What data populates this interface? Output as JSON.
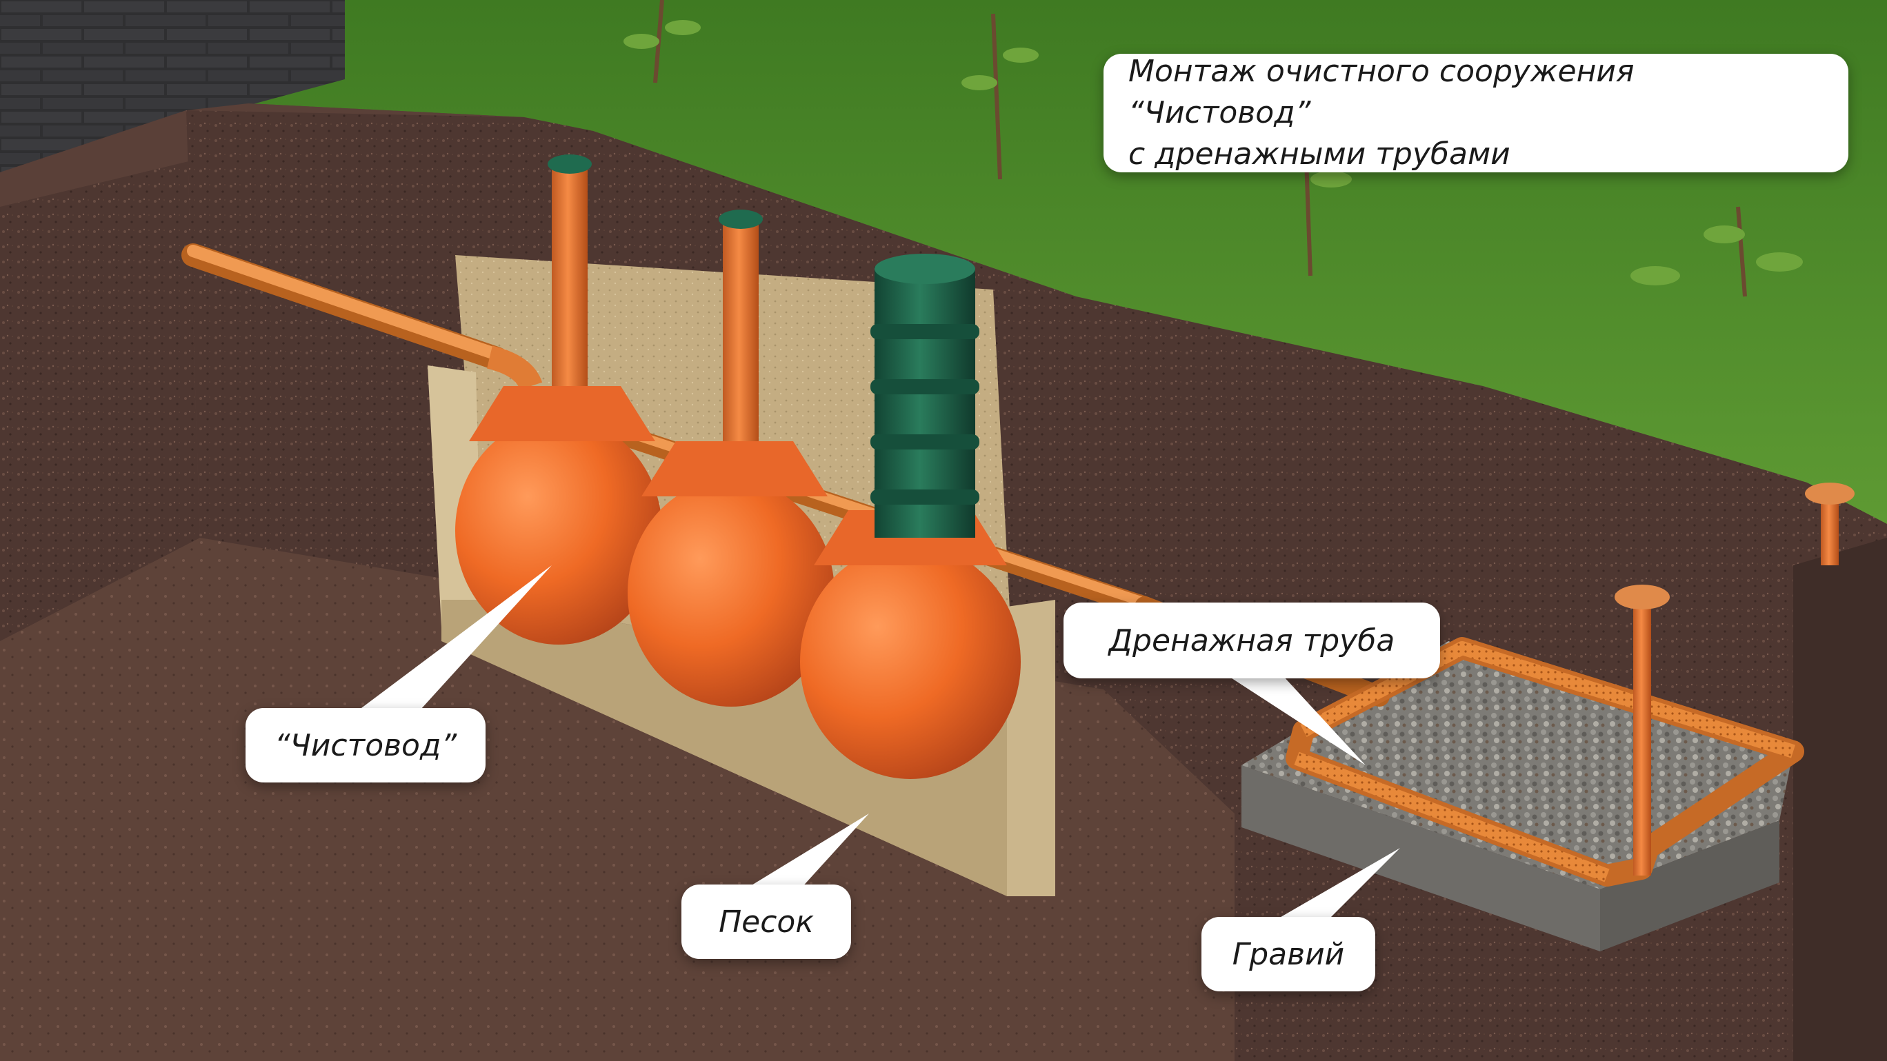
{
  "title": {
    "line1": "Монтаж очистного сооружения “Чистовод”",
    "line2": "с дренажными трубами"
  },
  "labels": {
    "chistovod": "“Чистовод”",
    "sand": "Песок",
    "drain_pipe": "Дренажная труба",
    "gravel": "Гравий"
  },
  "colors": {
    "pipe_orange": "#e8893a",
    "tank_orange": "#ef6a25",
    "riser_green": "#1f6b4f",
    "soil_dark": "#4a3530",
    "soil_mid": "#6b4c42",
    "sand": "#c9b48a",
    "grass": "#4f8a2a",
    "gravel": "#8a8a84",
    "brick": "#3a3a3c",
    "callout_bg": "#ffffff"
  }
}
